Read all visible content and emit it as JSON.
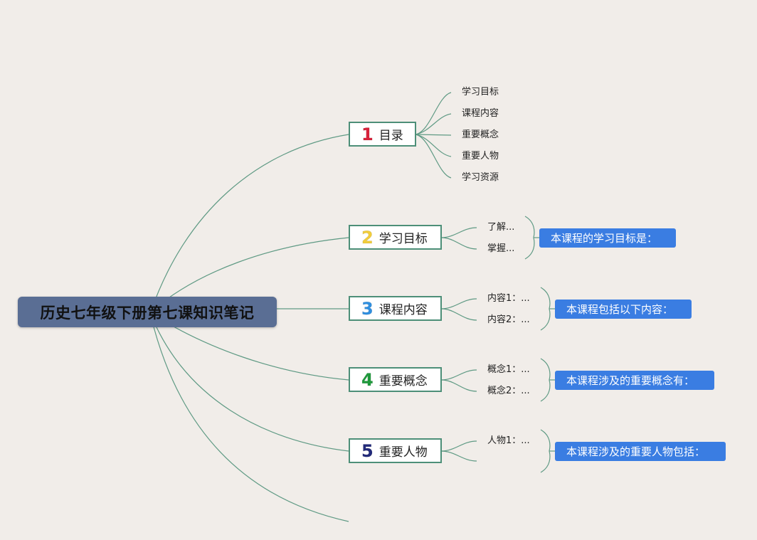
{
  "root": {
    "title": "历史七年级下册第七课知识笔记"
  },
  "colors": {
    "background": "#f1ede9",
    "root_fill": "#5a6e94",
    "topic_border": "#4d8f78",
    "line": "#5f9a84",
    "note_fill": "#3a7de2",
    "num1": "#d8213a",
    "num2": "#f2cd3b",
    "num3": "#2f8fe0",
    "num4": "#1f9a3c",
    "num5": "#222a7a"
  },
  "branches": [
    {
      "number": "1",
      "label": "目录",
      "children": [
        "学习目标",
        "课程内容",
        "重要概念",
        "重要人物",
        "学习资源"
      ],
      "summary": ""
    },
    {
      "number": "2",
      "label": "学习目标",
      "children": [
        "了解...",
        "掌握..."
      ],
      "summary": "本课程的学习目标是："
    },
    {
      "number": "3",
      "label": "课程内容",
      "children": [
        "内容1：...",
        "内容2：..."
      ],
      "summary": "本课程包括以下内容："
    },
    {
      "number": "4",
      "label": "重要概念",
      "children": [
        "概念1：...",
        "概念2：..."
      ],
      "summary": "本课程涉及的重要概念有："
    },
    {
      "number": "5",
      "label": "重要人物",
      "children": [
        "人物1：..."
      ],
      "summary": "本课程涉及的重要人物包括："
    }
  ]
}
